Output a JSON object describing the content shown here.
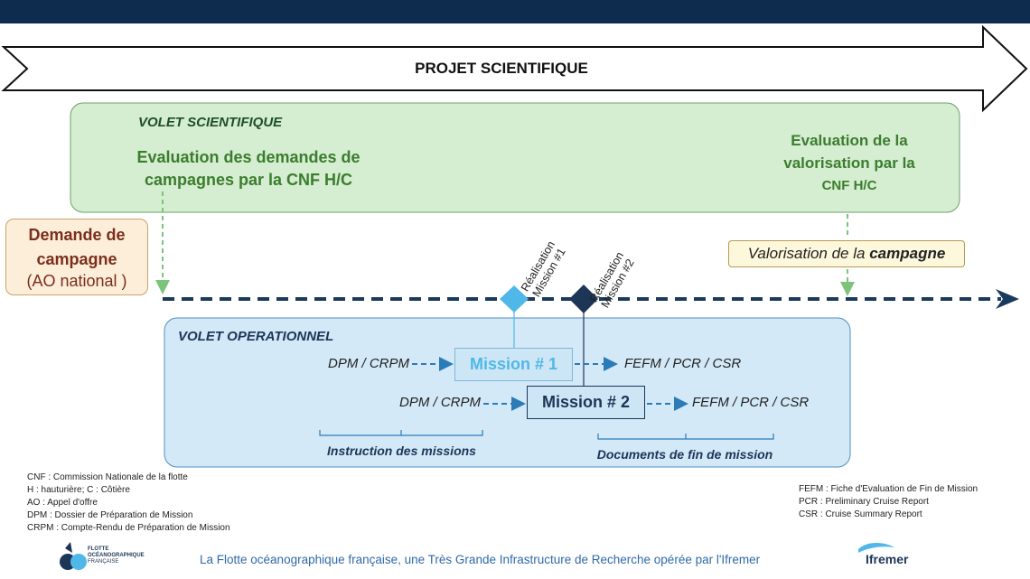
{
  "project": {
    "title": "PROJET SCIENTIFIQUE"
  },
  "scientific": {
    "title": "VOLET SCIENTIFIQUE",
    "eval_requests_line1": "Evaluation des demandes de",
    "eval_requests_line2": "campagnes par la CNF H/C",
    "eval_valorisation_line1": "Evaluation de la",
    "eval_valorisation_line2": "valorisation par la",
    "eval_valorisation_line3": "CNF H/C"
  },
  "request": {
    "line1": "Demande de",
    "line2": "campagne",
    "line3": "(AO national )"
  },
  "valorisation": {
    "text_part1": "Valorisation de la ",
    "text_part2": "campagne"
  },
  "milestones": [
    {
      "line1": "Réalisation",
      "line2": "Mission #1",
      "color": "#4fb8e8"
    },
    {
      "line1": "Réalisation",
      "line2": "Mission #2",
      "color": "#1d3557"
    }
  ],
  "operational": {
    "title": "VOLET OPERATIONNEL",
    "mission1": "Mission # 1",
    "mission2": "Mission # 2",
    "prep_docs": "DPM / CRPM",
    "end_docs": "FEFM / PCR / CSR",
    "instruction_label": "Instruction des missions",
    "end_docs_label": "Documents de fin de mission"
  },
  "legend_left": [
    "CNF : Commission Nationale de la flotte",
    "H : hauturière; C : Côtière",
    "AO : Appel d'offre",
    "DPM : Dossier de Préparation de Mission",
    "CRPM : Compte-Rendu  de Préparation de Mission"
  ],
  "legend_right": [
    "FEFM : Fiche d'Evaluation de Fin de Mission",
    "PCR : Preliminary Cruise Report",
    "CSR : Cruise Summary Report"
  ],
  "footer": {
    "text": "La Flotte océanographique française, une Très Grande Infrastructure de Recherche opérée par l'Ifremer",
    "logo_flotte_line1": "FLOTTE",
    "logo_flotte_line2": "OCÉANOGRAPHIQUE",
    "logo_flotte_line3": "FRANÇAISE",
    "logo_ifremer": "Ifremer"
  },
  "colors": {
    "topbar": "#0e2c4e",
    "scientific_fill": "#d5edd0",
    "operational_fill": "#d3e9f8",
    "timeline": "#1a3a5c",
    "green_arrow": "#7cc47c",
    "blue_arrow": "#2b7bb9"
  }
}
